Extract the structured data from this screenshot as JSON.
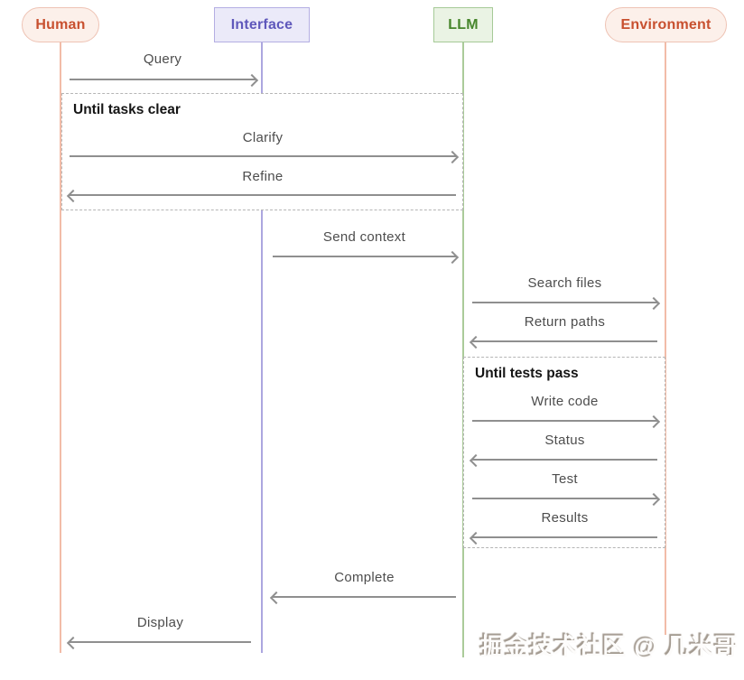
{
  "diagram": {
    "type": "sequence-diagram",
    "actors": [
      {
        "id": "human",
        "label": "Human",
        "shape": "pill",
        "fill": "#fcf0ea",
        "border": "#eec3b4",
        "text_color": "#c8502f",
        "lifeline_color": "#f2bca8"
      },
      {
        "id": "interface",
        "label": "Interface",
        "shape": "rect",
        "fill": "#ebeaf9",
        "border": "#b4aee3",
        "text_color": "#5f58bb",
        "lifeline_color": "#aca6df"
      },
      {
        "id": "llm",
        "label": "LLM",
        "shape": "rect",
        "fill": "#eaf3e4",
        "border": "#a6ca97",
        "text_color": "#47862c",
        "lifeline_color": "#abcb9a"
      },
      {
        "id": "environment",
        "label": "Environment",
        "shape": "pill",
        "fill": "#fcf0ea",
        "border": "#eec3b4",
        "text_color": "#c8502f",
        "lifeline_color": "#f2bca8"
      }
    ],
    "loops": [
      {
        "title": "Until tasks clear",
        "spans": [
          "Human",
          "LLM"
        ]
      },
      {
        "title": "Until tests pass",
        "spans": [
          "LLM",
          "Environment"
        ]
      }
    ],
    "messages": [
      {
        "label": "Query",
        "from": "Human",
        "to": "Interface",
        "direction": "right"
      },
      {
        "label": "Clarify",
        "from": "Human",
        "to": "LLM",
        "direction": "right",
        "loop": "Until tasks clear"
      },
      {
        "label": "Refine",
        "from": "LLM",
        "to": "Human",
        "direction": "left",
        "loop": "Until tasks clear"
      },
      {
        "label": "Send context",
        "from": "Interface",
        "to": "LLM",
        "direction": "right"
      },
      {
        "label": "Search files",
        "from": "LLM",
        "to": "Environment",
        "direction": "right"
      },
      {
        "label": "Return paths",
        "from": "Environment",
        "to": "LLM",
        "direction": "left"
      },
      {
        "label": "Write code",
        "from": "LLM",
        "to": "Environment",
        "direction": "right",
        "loop": "Until tests pass"
      },
      {
        "label": "Status",
        "from": "Environment",
        "to": "LLM",
        "direction": "left",
        "loop": "Until tests pass"
      },
      {
        "label": "Test",
        "from": "LLM",
        "to": "Environment",
        "direction": "right",
        "loop": "Until tests pass"
      },
      {
        "label": "Results",
        "from": "Environment",
        "to": "LLM",
        "direction": "left",
        "loop": "Until tests pass"
      },
      {
        "label": "Complete",
        "from": "LLM",
        "to": "Interface",
        "direction": "left"
      },
      {
        "label": "Display",
        "from": "Interface",
        "to": "Human",
        "direction": "left"
      }
    ],
    "colors": {
      "arrow": "#8f8f8f",
      "message_text": "#4d4d4d",
      "loop_border": "#b5b5b5",
      "loop_title": "#151515",
      "background": "#ffffff"
    }
  },
  "watermark": {
    "text": "掘金技术社区 @ 几米哥"
  }
}
